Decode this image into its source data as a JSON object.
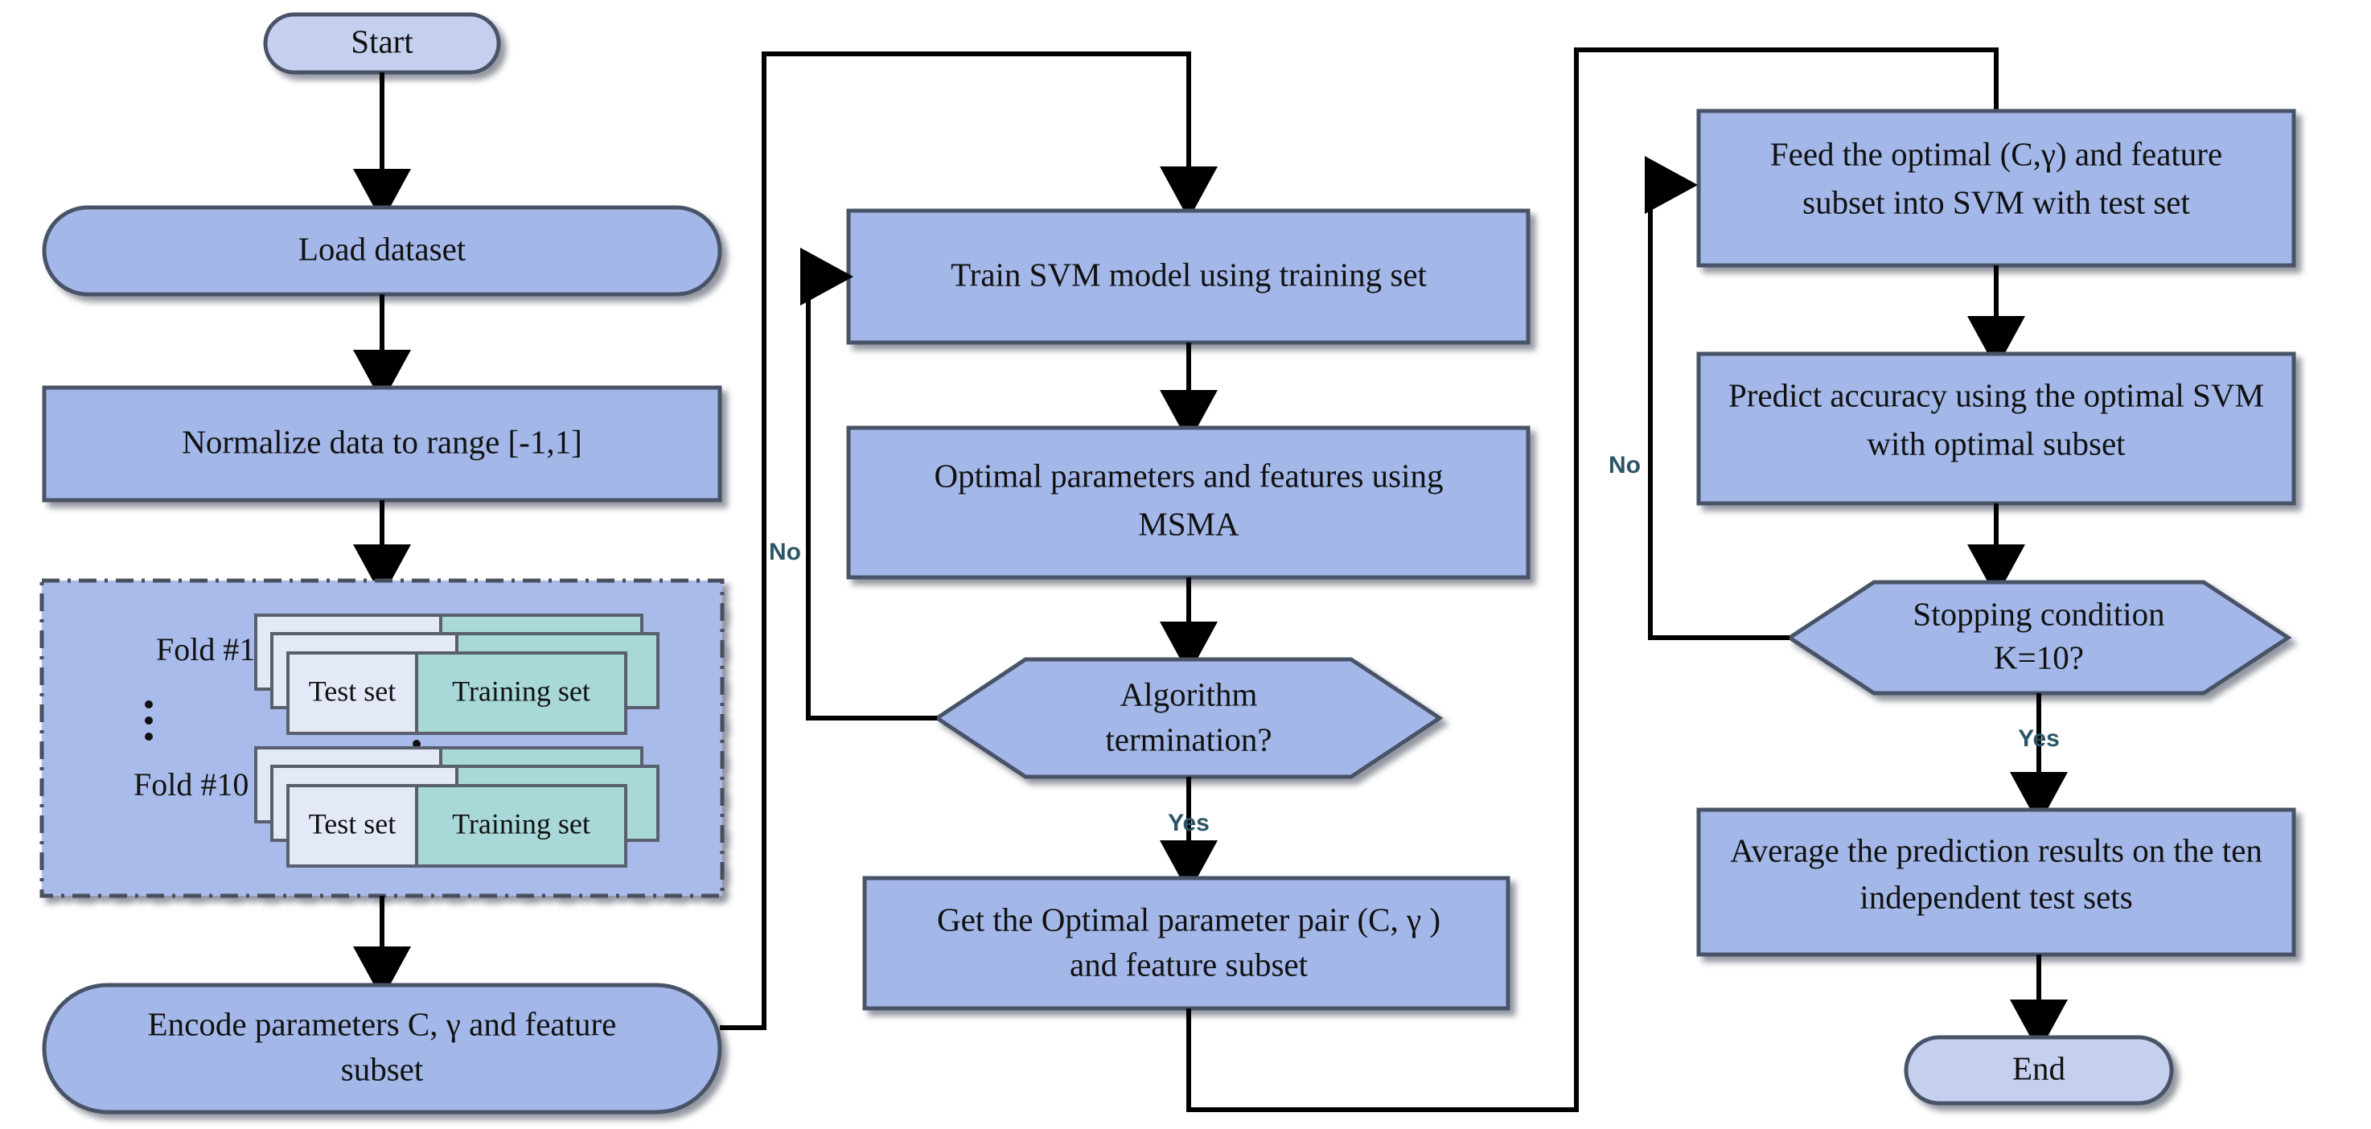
{
  "diagram": {
    "title": "SVM parameter optimization and feature selection flowchart",
    "colors": {
      "node_fill": "#a3b7e8",
      "terminator_fill": "#c5d0ef",
      "node_stroke": "#4a5368",
      "test_set_fill": "#e4e9f7",
      "training_set_fill": "#a8d8d8",
      "group_fill": "#a9bbea",
      "edge_label": "#2b5566",
      "connector": "#000000"
    },
    "nodes": {
      "start": "Start",
      "load_dataset": "Load dataset",
      "normalize": "Normalize data to range [-1,1]",
      "encode_line1": "Encode parameters C,  γ  and feature",
      "encode_line2": "subset",
      "train_svm": "Train SVM model using training set",
      "optimal_params_line1": "Optimal parameters and features using",
      "optimal_params_line2": "MSMA",
      "algorithm_termination_line1": "Algorithm",
      "algorithm_termination_line2": "termination?",
      "get_optimal_line1": "Get the Optimal parameter pair (C, γ )",
      "get_optimal_line2": "and feature subset",
      "feed_optimal_line1": "Feed the optimal (C,γ)  and feature",
      "feed_optimal_line2": "subset into SVM with test set",
      "predict_accuracy_line1": "Predict accuracy using the optimal SVM",
      "predict_accuracy_line2": "with optimal subset",
      "stopping_condition_line1": "Stopping condition",
      "stopping_condition_line2": "K=10?",
      "average_results_line1": "Average the prediction results on the ten",
      "average_results_line2": "independent test sets",
      "end": "End"
    },
    "cv_group": {
      "fold_first_label": "Fold #1",
      "fold_last_label": "Fold #10",
      "vertical_ellipsis": "⋮",
      "test_set_label": "Test set",
      "training_set_label": "Training set"
    },
    "edge_labels": {
      "no_middle": "No",
      "yes_middle": "Yes",
      "no_right": "No",
      "yes_right": "Yes"
    }
  }
}
